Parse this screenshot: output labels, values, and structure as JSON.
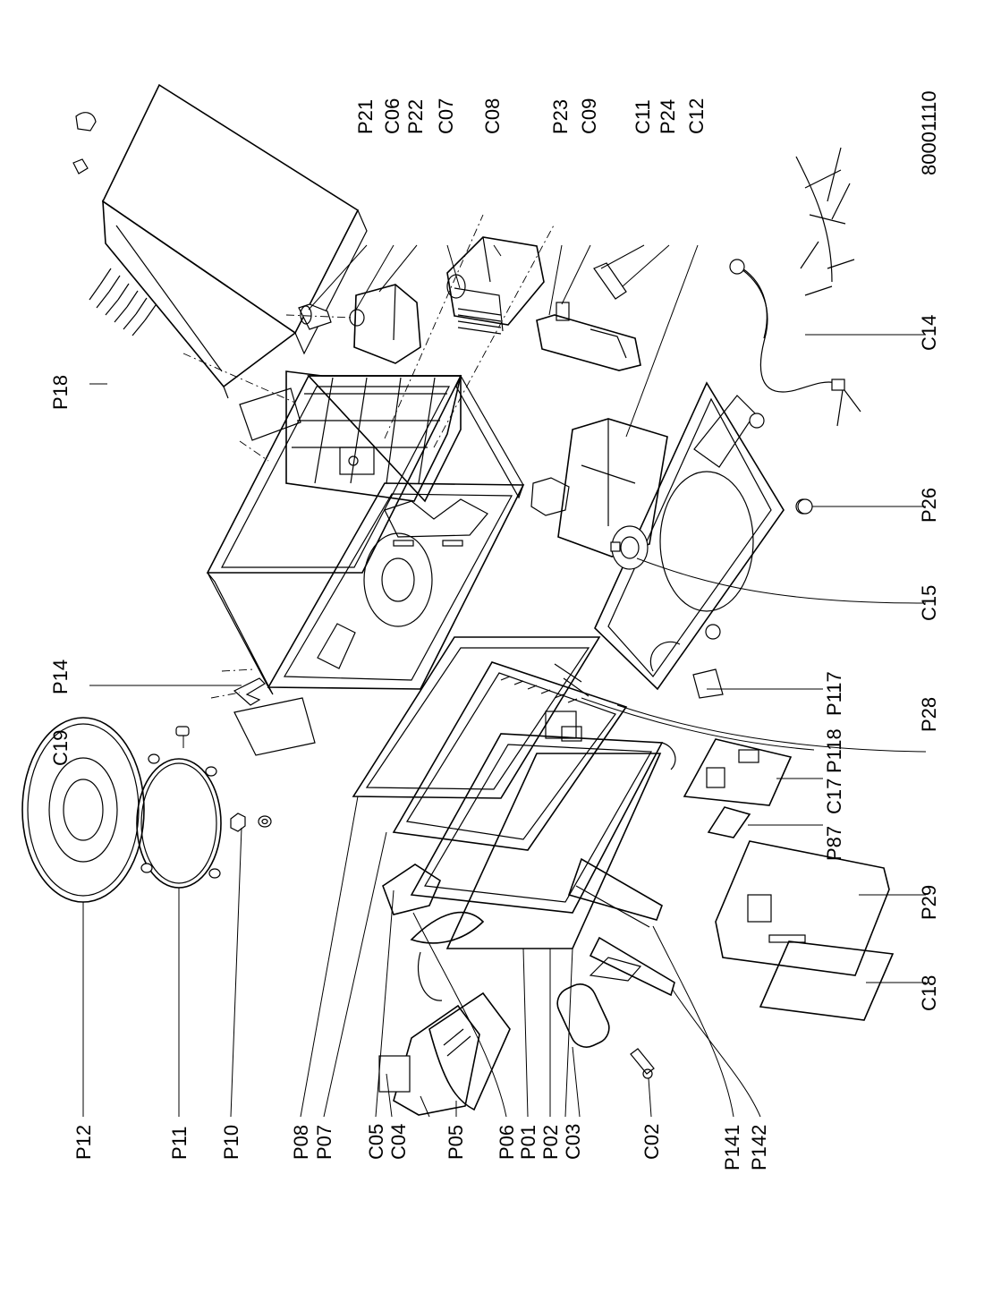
{
  "drawing": {
    "number": "80001110"
  },
  "labels": [
    {
      "id": "P12",
      "text": "P12"
    },
    {
      "id": "P11",
      "text": "P11"
    },
    {
      "id": "P10",
      "text": "P10"
    },
    {
      "id": "P08",
      "text": "P08"
    },
    {
      "id": "P07",
      "text": "P07"
    },
    {
      "id": "C05",
      "text": "C05"
    },
    {
      "id": "C04",
      "text": "C04"
    },
    {
      "id": "P05",
      "text": "P05"
    },
    {
      "id": "P06",
      "text": "P06"
    },
    {
      "id": "P01",
      "text": "P01"
    },
    {
      "id": "P02",
      "text": "P02"
    },
    {
      "id": "C03",
      "text": "C03"
    },
    {
      "id": "C02",
      "text": "C02"
    },
    {
      "id": "P141",
      "text": "P141"
    },
    {
      "id": "P142",
      "text": "P142"
    },
    {
      "id": "C19",
      "text": "C19"
    },
    {
      "id": "P14",
      "text": "P14"
    },
    {
      "id": "P18",
      "text": "P18"
    },
    {
      "id": "P21",
      "text": "P21"
    },
    {
      "id": "C06",
      "text": "C06"
    },
    {
      "id": "P22",
      "text": "P22"
    },
    {
      "id": "C07",
      "text": "C07"
    },
    {
      "id": "C08",
      "text": "C08"
    },
    {
      "id": "P23",
      "text": "P23"
    },
    {
      "id": "C09",
      "text": "C09"
    },
    {
      "id": "C11",
      "text": "C11"
    },
    {
      "id": "P24",
      "text": "P24"
    },
    {
      "id": "C12",
      "text": "C12"
    },
    {
      "id": "C14",
      "text": "C14"
    },
    {
      "id": "P26",
      "text": "P26"
    },
    {
      "id": "C15",
      "text": "C15"
    },
    {
      "id": "P117",
      "text": "P117"
    },
    {
      "id": "P28",
      "text": "P28"
    },
    {
      "id": "P118",
      "text": "P118"
    },
    {
      "id": "C17",
      "text": "C17"
    },
    {
      "id": "P87",
      "text": "P87"
    },
    {
      "id": "P29",
      "text": "P29"
    },
    {
      "id": "C18",
      "text": "C18"
    }
  ]
}
